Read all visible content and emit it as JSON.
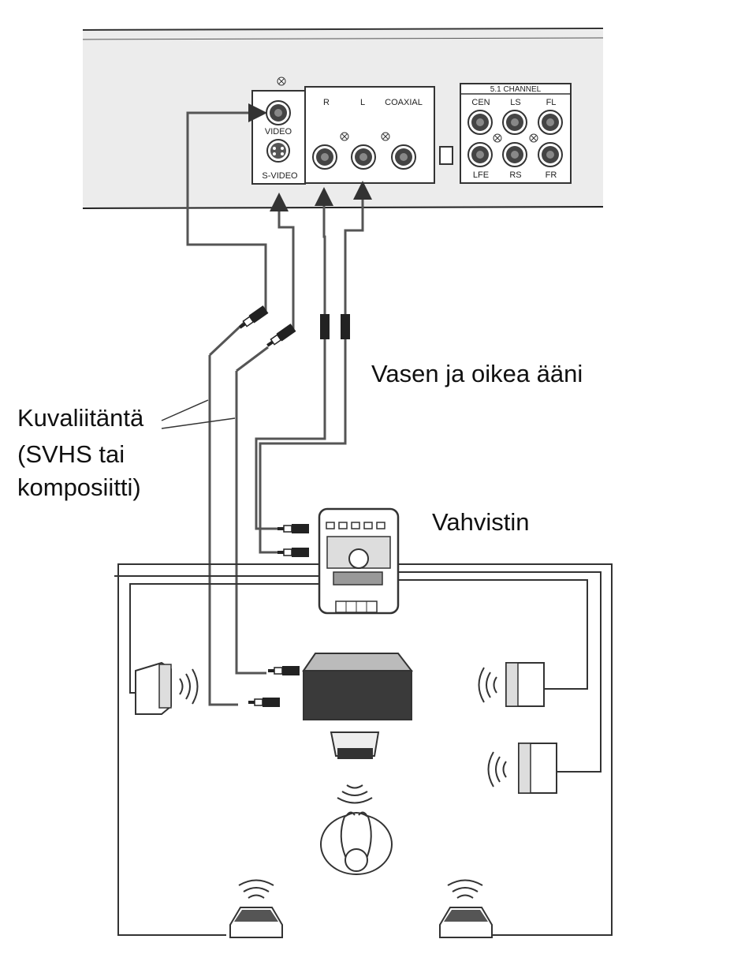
{
  "player_panel": {
    "video_label": "VIDEO",
    "svideo_label": "S-VIDEO",
    "r_label": "R",
    "l_label": "L",
    "coaxial_label": "COAXIAL",
    "channel_title": "5.1 CHANNEL",
    "ch_cen": "CEN",
    "ch_ls": "LS",
    "ch_fl": "FL",
    "ch_lfe": "LFE",
    "ch_rs": "RS",
    "ch_fr": "FR"
  },
  "labels": {
    "audio": "Vasen ja oikea ääni",
    "video_line1": "Kuvaliitäntä",
    "video_line2": "(SVHS tai",
    "video_line3": "komposiitti)",
    "amplifier": "Vahvistin"
  },
  "colors": {
    "background": "#ffffff",
    "panel_fill": "#ececec",
    "line": "#333333",
    "cable": "#555555"
  }
}
